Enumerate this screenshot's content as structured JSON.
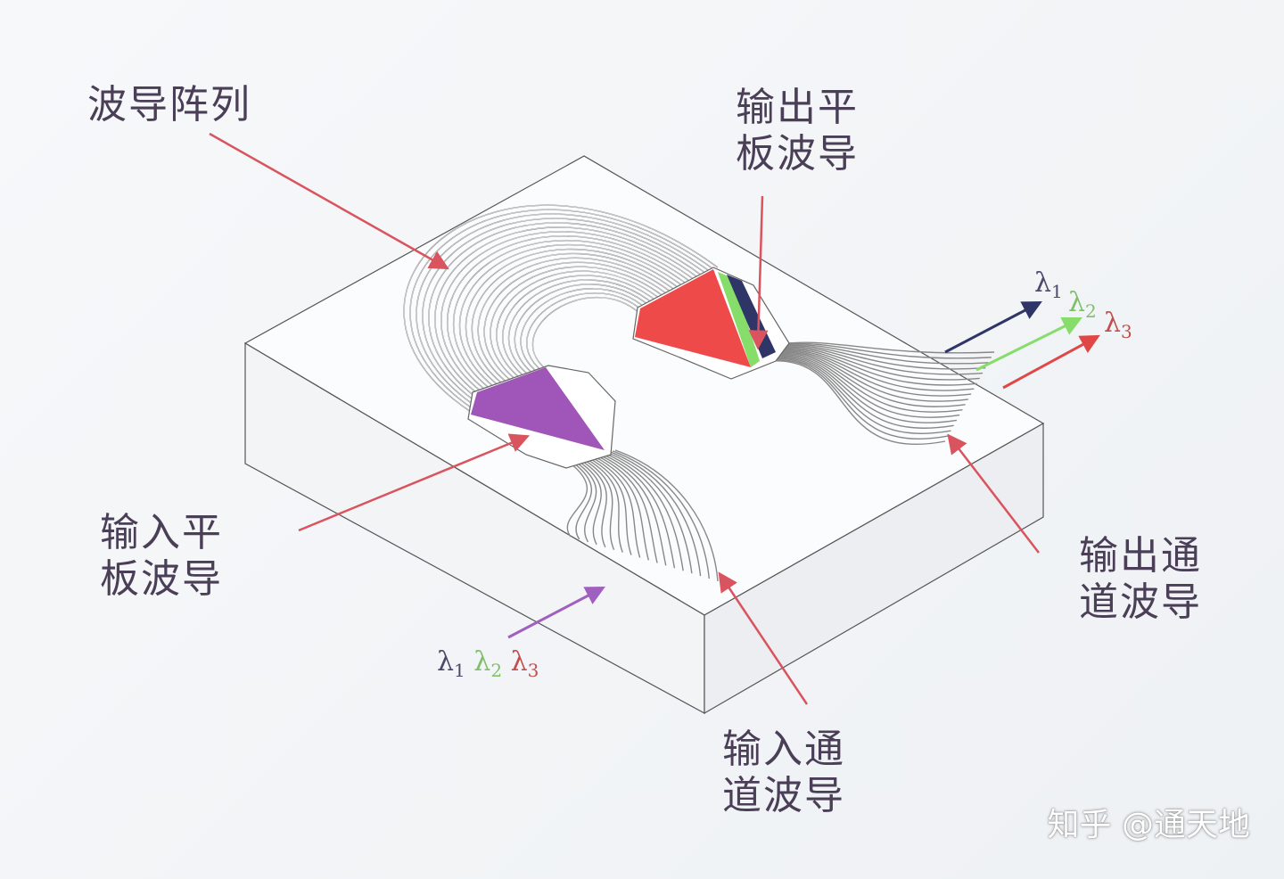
{
  "labels": {
    "waveguide_array": "波导阵列",
    "output_slab": [
      "输出平",
      "板波导"
    ],
    "input_slab": [
      "输入平",
      "板波导"
    ],
    "input_channel": [
      "输入通",
      "道波导"
    ],
    "output_channel": [
      "输出通",
      "道波导"
    ]
  },
  "wavelengths": {
    "symbol": "λ",
    "items": [
      {
        "sub": "1",
        "color": "#4a4a6a",
        "out_arrow_color": "#2f3566"
      },
      {
        "sub": "2",
        "color": "#7fbf6a",
        "out_arrow_color": "#86dd6a"
      },
      {
        "sub": "3",
        "color": "#c0504d",
        "out_arrow_color": "#e04848"
      }
    ]
  },
  "watermark": "知乎 @通天地",
  "colors": {
    "pointer_arrow": "#d9545e",
    "input_arrow": "#a060c0",
    "input_fan": "#a055b8",
    "output_fan": "#ef4a4a",
    "waveguide": "#888888"
  }
}
